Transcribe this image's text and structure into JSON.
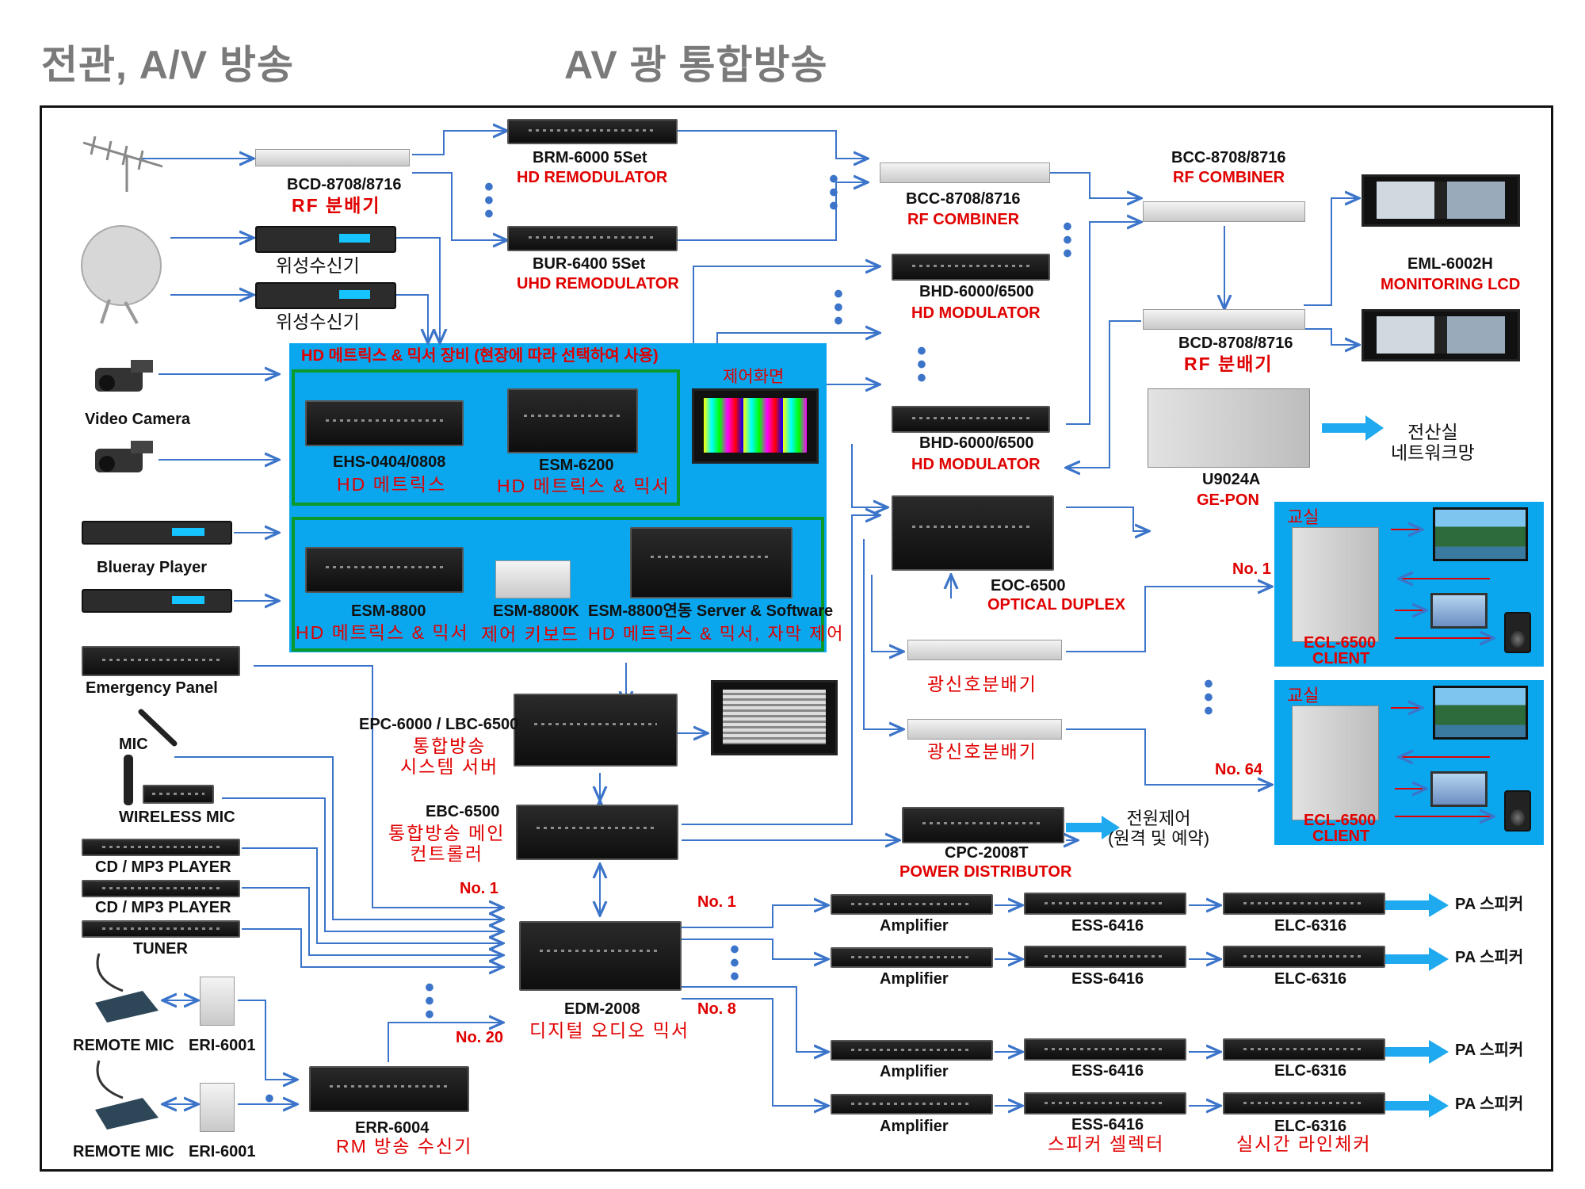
{
  "header": {
    "title_left": "전관, A/V 방송",
    "title_right": "AV 광 통합방송"
  },
  "sources": {
    "rf_splitter": {
      "model": "BCD-8708/8716",
      "name": "RF 분배기"
    },
    "sat_receiver_1": "위성수신기",
    "sat_receiver_2": "위성수신기",
    "video_camera": "Video Camera",
    "blueray_player": "Blueray Player",
    "emergency_panel": "Emergency Panel",
    "mic": "MIC",
    "wireless_mic": "WIRELESS MIC",
    "cd_mp3_1": "CD / MP3 PLAYER",
    "cd_mp3_2": "CD / MP3 PLAYER",
    "tuner": "TUNER",
    "remote_mic_1": "REMOTE MIC",
    "eri_1": "ERI-6001",
    "remote_mic_2": "REMOTE MIC",
    "eri_2": "ERI-6001"
  },
  "remodulators": {
    "brm": {
      "model": "BRM-6000  5Set",
      "name": "HD REMODULATOR"
    },
    "bur": {
      "model": "BUR-6400  5Set",
      "name": "UHD REMODULATOR"
    }
  },
  "matrix_box": {
    "title": "HD 메트릭스 & 믹서 장비 (현장에 따라 선택하여 사용)",
    "control_screen": "제어화면",
    "ehs": {
      "model": "EHS-0404/0808",
      "name": "HD 메트릭스"
    },
    "esm6200": {
      "model": "ESM-6200",
      "name": "HD 메트릭스 & 믹서"
    },
    "esm8800": {
      "model": "ESM-8800",
      "name": "HD 메트릭스 & 믹서"
    },
    "esm8800k": {
      "model": "ESM-8800K",
      "name": "제어 키보드"
    },
    "esm_server": {
      "model": "ESM-8800연동 Server & Software",
      "name": "HD 메트릭스 & 믹서, 자막 제어"
    }
  },
  "rf_mid": {
    "combiner": {
      "model": "BCC-8708/8716",
      "name": "RF COMBINER"
    },
    "bhd1": {
      "model": "BHD-6000/6500",
      "name": "HD MODULATOR"
    },
    "bhd2": {
      "model": "BHD-6000/6500",
      "name": "HD MODULATOR"
    },
    "eoc": {
      "model": "EOC-6500",
      "name": "OPTICAL DUPLEX"
    },
    "optical_splitter_1": "광신호분배기",
    "optical_splitter_2": "광신호분배기"
  },
  "rf_right": {
    "combiner": {
      "model": "BCC-8708/8716",
      "name": "RF COMBINER"
    },
    "splitter": {
      "model": "BCD-8708/8716",
      "name": "RF 분배기"
    },
    "monitor": {
      "model": "EML-6002H",
      "name": "MONITORING LCD"
    },
    "gepon": {
      "model": "U9024A",
      "name": "GE-PON"
    },
    "network": "전산실\n네트워크망"
  },
  "classrooms": [
    {
      "title": "교실",
      "model": "ECL-6500",
      "sub": "CLIENT",
      "no": "No. 1"
    },
    {
      "title": "교실",
      "model": "ECL-6500",
      "sub": "CLIENT",
      "no": "No. 64"
    }
  ],
  "control": {
    "epc": {
      "model": "EPC-6000 / LBC-6500",
      "name": "통합방송\n시스템 서버"
    },
    "ebc": {
      "model": "EBC-6500",
      "name": "통합방송 메인\n컨트롤러"
    },
    "cpc": {
      "model": "CPC-2008T",
      "name": "POWER DISTRIBUTOR"
    },
    "power_ctrl": "전원제어\n(원격 및 예약)",
    "edm": {
      "model": "EDM-2008",
      "name": "디지털 오디오 믹서"
    },
    "err": {
      "model": "ERR-6004",
      "name": "RM  방송 수신기"
    },
    "in_no1": "No. 1",
    "in_no20": "No. 20",
    "out_no1": "No. 1",
    "out_no8": "No. 8"
  },
  "pa_rows": [
    {
      "amp": "Amplifier",
      "ess": "ESS-6416",
      "elc": "ELC-6316",
      "out": "PA 스피커"
    },
    {
      "amp": "Amplifier",
      "ess": "ESS-6416",
      "elc": "ELC-6316",
      "out": "PA 스피커"
    },
    {
      "amp": "Amplifier",
      "ess": "ESS-6416",
      "elc": "ELC-6316",
      "out": "PA 스피커"
    },
    {
      "amp": "Amplifier",
      "ess": "ESS-6416",
      "elc": "ELC-6316",
      "out": "PA 스피커"
    }
  ],
  "pa_captions": {
    "ess": "스피커 셀렉터",
    "elc": "실시간 라인체커"
  },
  "colors": {
    "line": "#3b74c9",
    "panel_blue": "#0aa7ee",
    "frame_green": "#0b9a2a",
    "label_red": "#e00000"
  }
}
